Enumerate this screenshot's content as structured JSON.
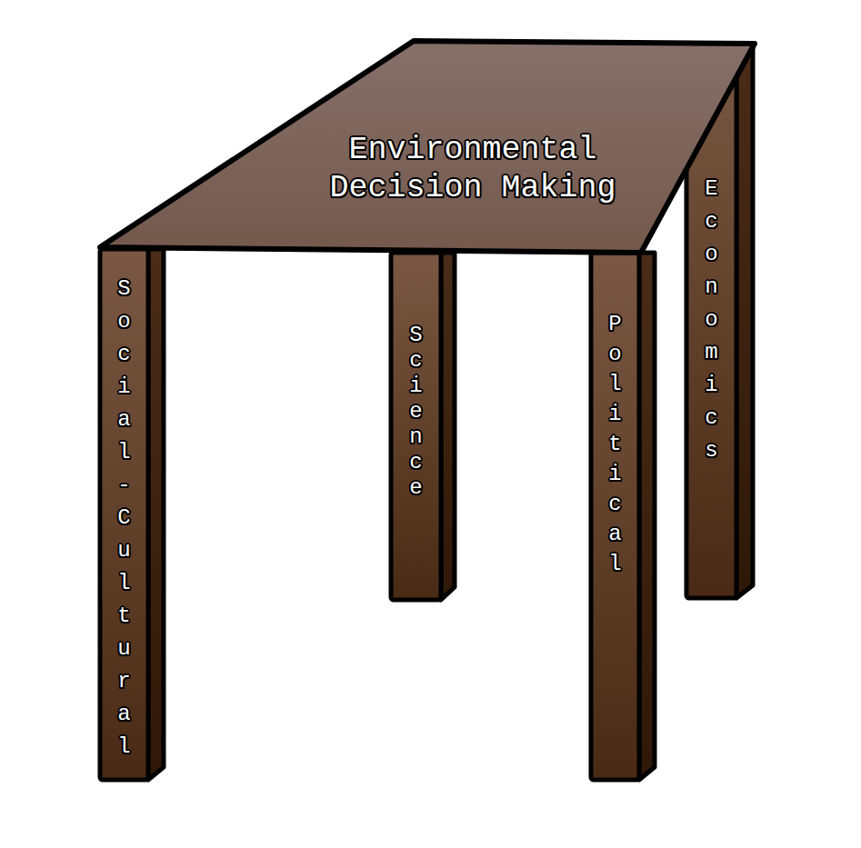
{
  "diagram": {
    "nodes": [
      {
        "text": [
          "Environmental Decision Making"
        ]
      },
      {
        "text": [
          "Social-Cultural"
        ]
      },
      {
        "text": [
          "Science"
        ]
      },
      {
        "text": [
          "Political"
        ]
      },
      {
        "text": [
          "Economics"
        ]
      }
    ]
  }
}
